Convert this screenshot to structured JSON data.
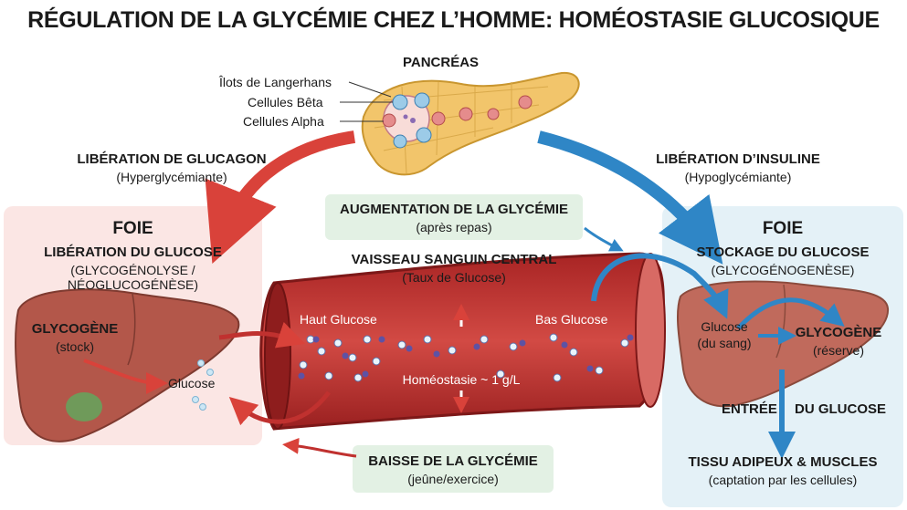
{
  "title": "RÉGULATION DE LA GLYCÉMIE CHEZ L’HOMME: HOMÉOSTASIE GLUCOSIQUE",
  "pancreas": {
    "label": "PANCRÉAS",
    "annotations": [
      "Îlots de Langerhans",
      "Cellules Bêta",
      "Cellules Alpha"
    ]
  },
  "glucagon": {
    "title": "LIBÉRATION DE GLUCAGON",
    "subtitle": "(Hyperglycémiante)"
  },
  "insulin": {
    "title": "LIBÉRATION D’INSULINE",
    "subtitle": "(Hypoglycémiante)"
  },
  "liver_left": {
    "heading": "FOIE",
    "title": "LIBÉRATION DU GLUCOSE",
    "subtitle": "(GLYCOGÉNOLYSE / NÉOGLUCOGÉNÈSE)",
    "glycogen_title": "GLYCOGÈNE",
    "glycogen_sub": "(stock)",
    "glucose": "Glucose"
  },
  "liver_right": {
    "heading": "FOIE",
    "title": "STOCKAGE DU GLUCOSE",
    "subtitle": "(GLYCOGÉNOGENÈSE)",
    "glucose_line1": "Glucose",
    "glucose_line2": "(du sang)",
    "glycogen_title": "GLYCOGÈNE",
    "glycogen_sub": "(réserve)",
    "entry_a": "ENTRÉE",
    "entry_b": "DU GLUCOSE",
    "tissue_title": "TISSU ADIPEUX & MUSCLES",
    "tissue_sub": "(captation par les cellules)"
  },
  "rise": {
    "title": "AUGMENTATION DE LA GLYCÉMIE",
    "subtitle": "(après repas)"
  },
  "vessel": {
    "title": "VAISSEAU SANGUIN CENTRAL",
    "subtitle": "(Taux de Glucose)",
    "high": "Haut Glucose",
    "low": "Bas Glucose",
    "homeostasis": "Homéostasie ~ 1 g/L"
  },
  "drop": {
    "title": "BAISSE DE LA GLYCÉMIE",
    "subtitle": "(jeûne/exercice)"
  },
  "colors": {
    "vessel": "#c0312f",
    "vessel_dark": "#9e2222",
    "red_arrow": "#d9423a",
    "blue_arrow": "#2f86c6",
    "liver": "#b3574a",
    "pancreas": "#f2c56b"
  }
}
